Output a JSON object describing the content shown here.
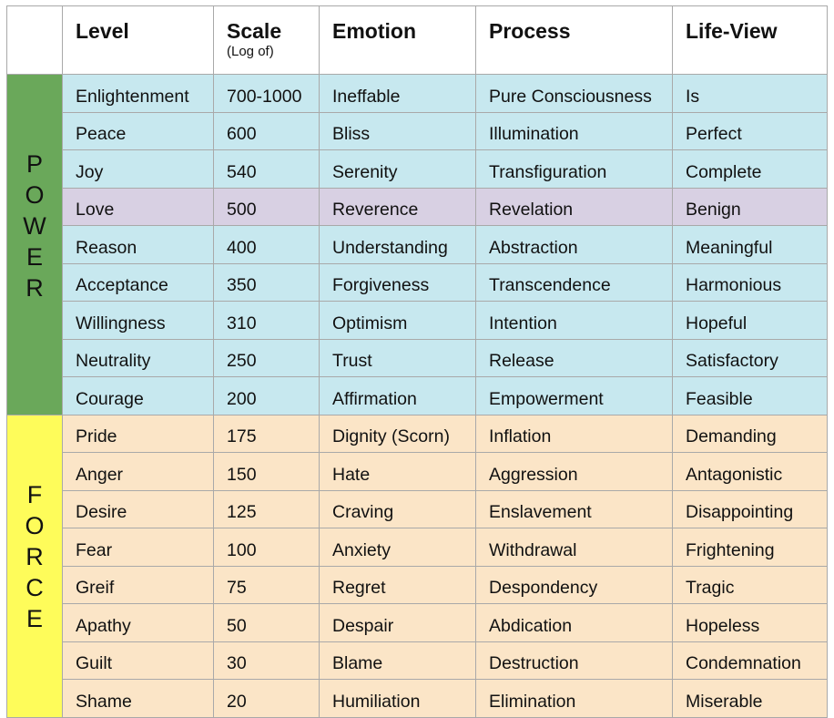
{
  "headers": [
    {
      "label": "",
      "sub": ""
    },
    {
      "label": "Level",
      "sub": ""
    },
    {
      "label": "Scale",
      "sub": "(Log of)"
    },
    {
      "label": "Emotion",
      "sub": ""
    },
    {
      "label": "Process",
      "sub": ""
    },
    {
      "label": "Life-View",
      "sub": ""
    }
  ],
  "groups": {
    "power": {
      "label": "POWER",
      "letters": [
        "P",
        "O",
        "W",
        "E",
        "R"
      ],
      "color": "#6aa85a"
    },
    "force": {
      "label": "FORCE",
      "letters": [
        "F",
        "O",
        "R",
        "C",
        "E"
      ],
      "color": "#fefc5a"
    }
  },
  "colors": {
    "power_row": "#c7e8ef",
    "love_row": "#d8d0e3",
    "force_row": "#fbe5c7"
  },
  "rows": [
    [
      "Enlightenment",
      "700-1000",
      "Ineffable",
      "Pure Consciousness",
      "Is"
    ],
    [
      "Peace",
      "600",
      "Bliss",
      "Illumination",
      "Perfect"
    ],
    [
      "Joy",
      "540",
      "Serenity",
      "Transfiguration",
      "Complete"
    ],
    [
      "Love",
      "500",
      "Reverence",
      "Revelation",
      "Benign"
    ],
    [
      "Reason",
      "400",
      "Understanding",
      "Abstraction",
      "Meaningful"
    ],
    [
      "Acceptance",
      "350",
      "Forgiveness",
      "Transcendence",
      "Harmonious"
    ],
    [
      "Willingness",
      "310",
      "Optimism",
      "Intention",
      "Hopeful"
    ],
    [
      "Neutrality",
      "250",
      "Trust",
      "Release",
      "Satisfactory"
    ],
    [
      "Courage",
      "200",
      "Affirmation",
      "Empowerment",
      "Feasible"
    ],
    [
      "Pride",
      "175",
      "Dignity (Scorn)",
      "Inflation",
      "Demanding"
    ],
    [
      "Anger",
      "150",
      "Hate",
      "Aggression",
      "Antagonistic"
    ],
    [
      "Desire",
      "125",
      "Craving",
      "Enslavement",
      "Disappointing"
    ],
    [
      "Fear",
      "100",
      "Anxiety",
      "Withdrawal",
      "Frightening"
    ],
    [
      "Greif",
      "75",
      "Regret",
      "Despondency",
      "Tragic"
    ],
    [
      "Apathy",
      "50",
      "Despair",
      "Abdication",
      "Hopeless"
    ],
    [
      "Guilt",
      "30",
      "Blame",
      "Destruction",
      "Condemnation"
    ],
    [
      "Shame",
      "20",
      "Humiliation",
      "Elimination",
      "Miserable"
    ]
  ]
}
